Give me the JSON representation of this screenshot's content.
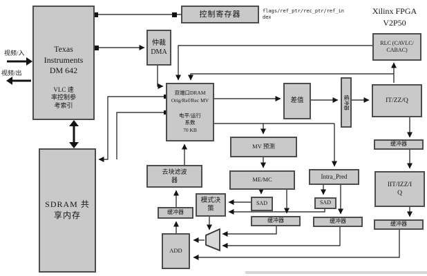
{
  "diagram": {
    "colors": {
      "box_fill": "#c9c9c9",
      "box_border": "#4c4c4c",
      "line": "#141414",
      "background": "#ffffff"
    },
    "external_labels": {
      "video_in": "视频/入",
      "video_out": "视频/出",
      "flags_note": "flags/ref_ptr/rec_ptr/ref_in\ndex",
      "fpga_title": "Xilinx FPGA\nV2P50"
    },
    "nodes": {
      "dm642_main": "Texas\nInstruments\nDM 642",
      "dm642_vlc": "VLC 速\n率控制参\n考索引",
      "sdram": "SDRAM 共\n享内存",
      "ctrl_reg": "控制寄存器",
      "arb_dma": "仲裁\nDMA",
      "dram": "双端口DRAM\nOrig/Ref/Rec MV\n\n电平/运行\n系数\n70 KB",
      "rlc": "RLC (CAVLC/\nCABAC)",
      "diff": "差值",
      "vbuf": "缓冲器",
      "itzzq": "IT/ZZ/Q",
      "buf_r1": "缓冲器",
      "iit": "IIT/IZZ/I\nQ",
      "buf_r2": "缓冲器",
      "mv_pred": "MV 预测",
      "memc": "ME/MC",
      "intra": "Intra_Pred",
      "sad_l": "SAD",
      "sad_r": "SAD",
      "mode": "模式决\n策",
      "deblock": "去块滤波\n器",
      "buf_lc": "缓冲器",
      "add": "ADD",
      "buf_bl": "缓冲器",
      "buf_bm": "缓冲器"
    }
  }
}
